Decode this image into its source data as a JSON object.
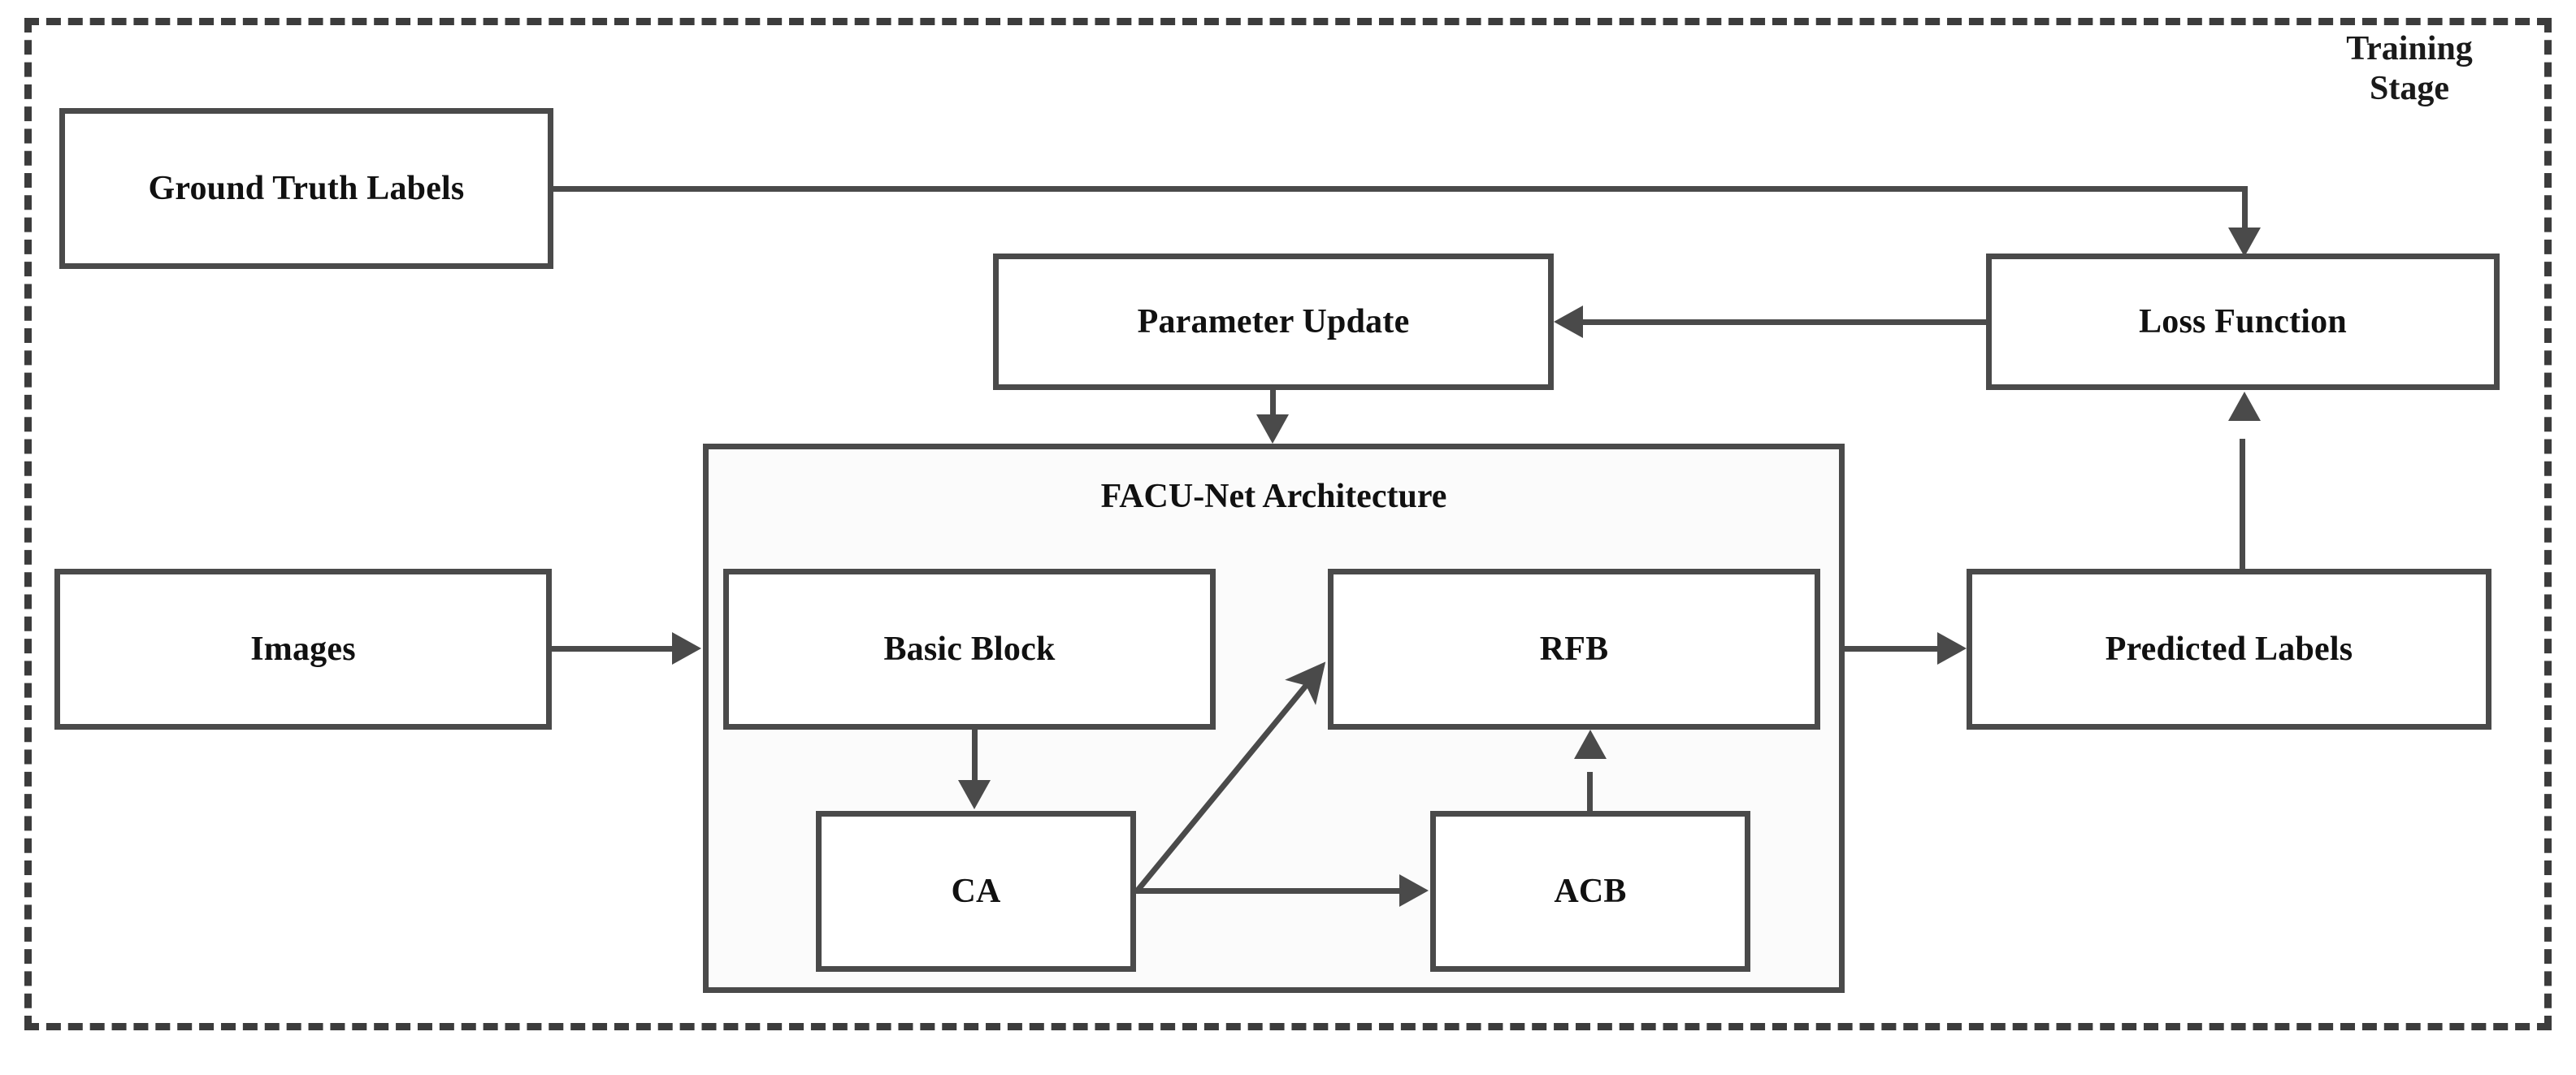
{
  "diagram": {
    "stage_label": "Training\nStage",
    "stage_label_line1": "Training",
    "stage_label_line2": "Stage",
    "accent_color": "#4a4a4a",
    "text_color": "#111111",
    "background_color": "#ffffff"
  },
  "nodes": {
    "ground_truth": "Ground Truth Labels",
    "images": "Images",
    "parameter_update": "Parameter Update",
    "loss_function": "Loss Function",
    "predicted_labels": "Predicted Labels",
    "facu_net_title": "FACU-Net Architecture",
    "basic_block": "Basic Block",
    "rfb": "RFB",
    "ca": "CA",
    "acb": "ACB"
  },
  "edges": [
    {
      "from": "Ground Truth Labels",
      "to": "Loss Function",
      "style": "orthogonal",
      "arrow": "down"
    },
    {
      "from": "Loss Function",
      "to": "Parameter Update",
      "style": "straight",
      "arrow": "left"
    },
    {
      "from": "Parameter Update",
      "to": "FACU-Net Architecture",
      "style": "straight",
      "arrow": "down"
    },
    {
      "from": "Images",
      "to": "FACU-Net Architecture",
      "style": "straight",
      "arrow": "right"
    },
    {
      "from": "FACU-Net Architecture",
      "to": "Predicted Labels",
      "style": "straight",
      "arrow": "right"
    },
    {
      "from": "Predicted Labels",
      "to": "Loss Function",
      "style": "straight",
      "arrow": "up"
    },
    {
      "from": "Basic Block",
      "to": "CA",
      "style": "straight",
      "arrow": "down"
    },
    {
      "from": "CA",
      "to": "ACB",
      "style": "straight",
      "arrow": "right"
    },
    {
      "from": "CA",
      "to": "RFB",
      "style": "diagonal",
      "arrow": "up-right"
    },
    {
      "from": "ACB",
      "to": "RFB",
      "style": "straight",
      "arrow": "up"
    }
  ]
}
